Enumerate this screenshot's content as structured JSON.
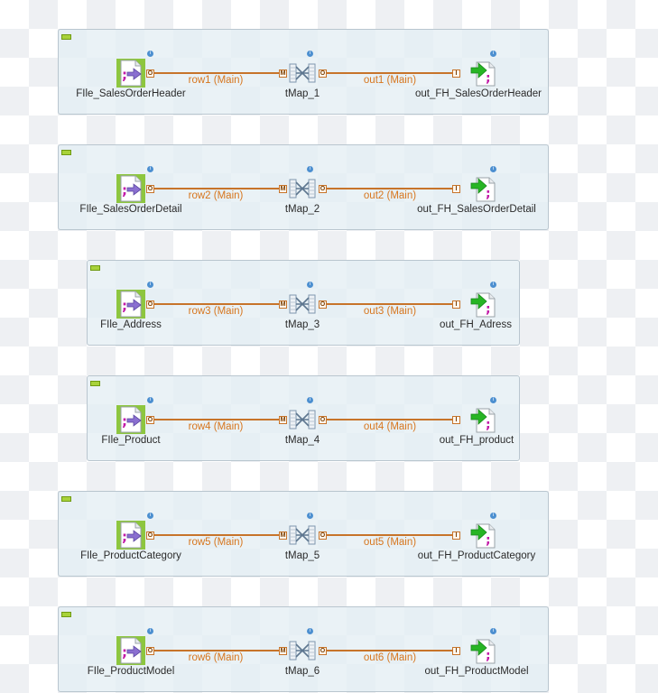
{
  "colors": {
    "flow": "#c7742a",
    "flow_label": "#d7761e",
    "subjob_bg": "#e4eef4",
    "collapse_toggle": "#a8d23a",
    "output_arrow": "#27b524",
    "input_arrow": "#8a6fd0",
    "component_icon_bg": "#8dc63f",
    "info_badge": "#4c8fd0"
  },
  "icons": {
    "input": "delimited-file-input-icon",
    "map": "tmap-icon",
    "output": "delimited-file-output-icon",
    "collapse": "subjob-collapse-icon",
    "info": "info-badge-icon"
  },
  "port_labels": {
    "in_main": "M",
    "out_main": "O",
    "out_in": "I"
  },
  "info_glyph": "i",
  "subjobs": [
    {
      "input": "FIle_SalesOrderHeader",
      "flow1": "row1 (Main)",
      "map": "tMap_1",
      "flow2": "out1 (Main)",
      "output": "out_FH_SalesOrderHeader"
    },
    {
      "input": "FIle_SalesOrderDetail",
      "flow1": "row2 (Main)",
      "map": "tMap_2",
      "flow2": "out2 (Main)",
      "output": "out_FH_SalesOrderDetail"
    },
    {
      "input": "FIle_Address",
      "flow1": "row3 (Main)",
      "map": "tMap_3",
      "flow2": "out3 (Main)",
      "output": "out_FH_Adress"
    },
    {
      "input": "FIle_Product",
      "flow1": "row4 (Main)",
      "map": "tMap_4",
      "flow2": "out4 (Main)",
      "output": "out_FH_product"
    },
    {
      "input": "FIle_ProductCategory",
      "flow1": "row5 (Main)",
      "map": "tMap_5",
      "flow2": "out5 (Main)",
      "output": "out_FH_ProductCategory"
    },
    {
      "input": "FIle_ProductModel",
      "flow1": "row6 (Main)",
      "map": "tMap_6",
      "flow2": "out6 (Main)",
      "output": "out_FH_ProductModel"
    }
  ]
}
